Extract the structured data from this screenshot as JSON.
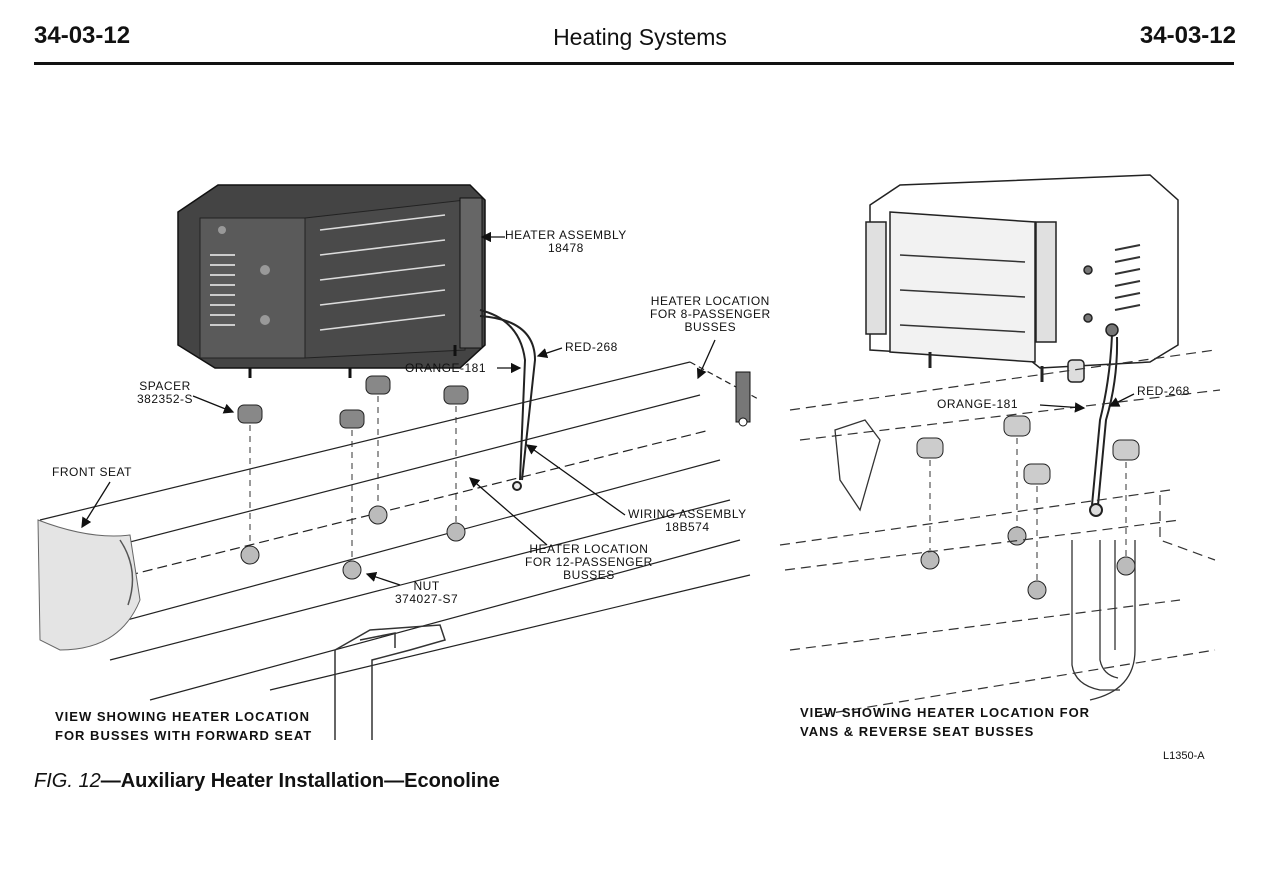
{
  "header": {
    "page_number_left": "34-03-12",
    "section_title": "Heating Systems",
    "page_number_right": "34-03-12"
  },
  "left_view": {
    "labels": {
      "heater_assembly": "HEATER ASSEMBLY",
      "heater_assembly_part": "18478",
      "heater_location_8_line1": "HEATER LOCATION",
      "heater_location_8_line2": "FOR 8-PASSENGER",
      "heater_location_8_line3": "BUSSES",
      "red": "RED-268",
      "orange": "ORANGE-181",
      "spacer": "SPACER",
      "spacer_part": "382352-S",
      "front_seat": "FRONT SEAT",
      "wiring_assembly": "WIRING ASSEMBLY",
      "wiring_assembly_part": "18B574",
      "heater_location_12_line1": "HEATER LOCATION",
      "heater_location_12_line2": "FOR 12-PASSENGER",
      "heater_location_12_line3": "BUSSES",
      "nut": "NUT",
      "nut_part": "374027-S7"
    },
    "caption_line1": "VIEW SHOWING HEATER LOCATION",
    "caption_line2": "FOR BUSSES WITH FORWARD SEAT"
  },
  "right_view": {
    "labels": {
      "orange": "ORANGE-181",
      "red": "RED-268"
    },
    "caption_line1": "VIEW SHOWING HEATER LOCATION FOR",
    "caption_line2": "VANS & REVERSE SEAT BUSSES"
  },
  "figure_code": "L1350-A",
  "caption": {
    "fig_label": "FIG. 12",
    "dash": "—",
    "description": "Auxiliary Heater Installation—Econoline"
  }
}
